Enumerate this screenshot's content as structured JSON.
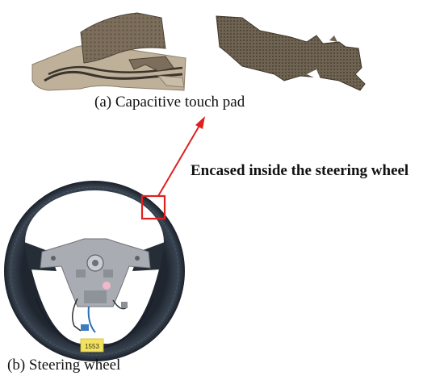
{
  "captions": {
    "touch_pad": "(a) Capacitive touch pad",
    "steering_wheel": "(b) Steering wheel"
  },
  "callout": {
    "text": "Encased inside the steering wheel"
  },
  "label_sticker": {
    "text": "1553"
  },
  "colors": {
    "arrow": "#e02020",
    "highlight_box": "#e02020",
    "wheel_rim": "#2b3440",
    "pad_fabric": "#8a7a66",
    "spoke_metal": "#a9adb3"
  }
}
